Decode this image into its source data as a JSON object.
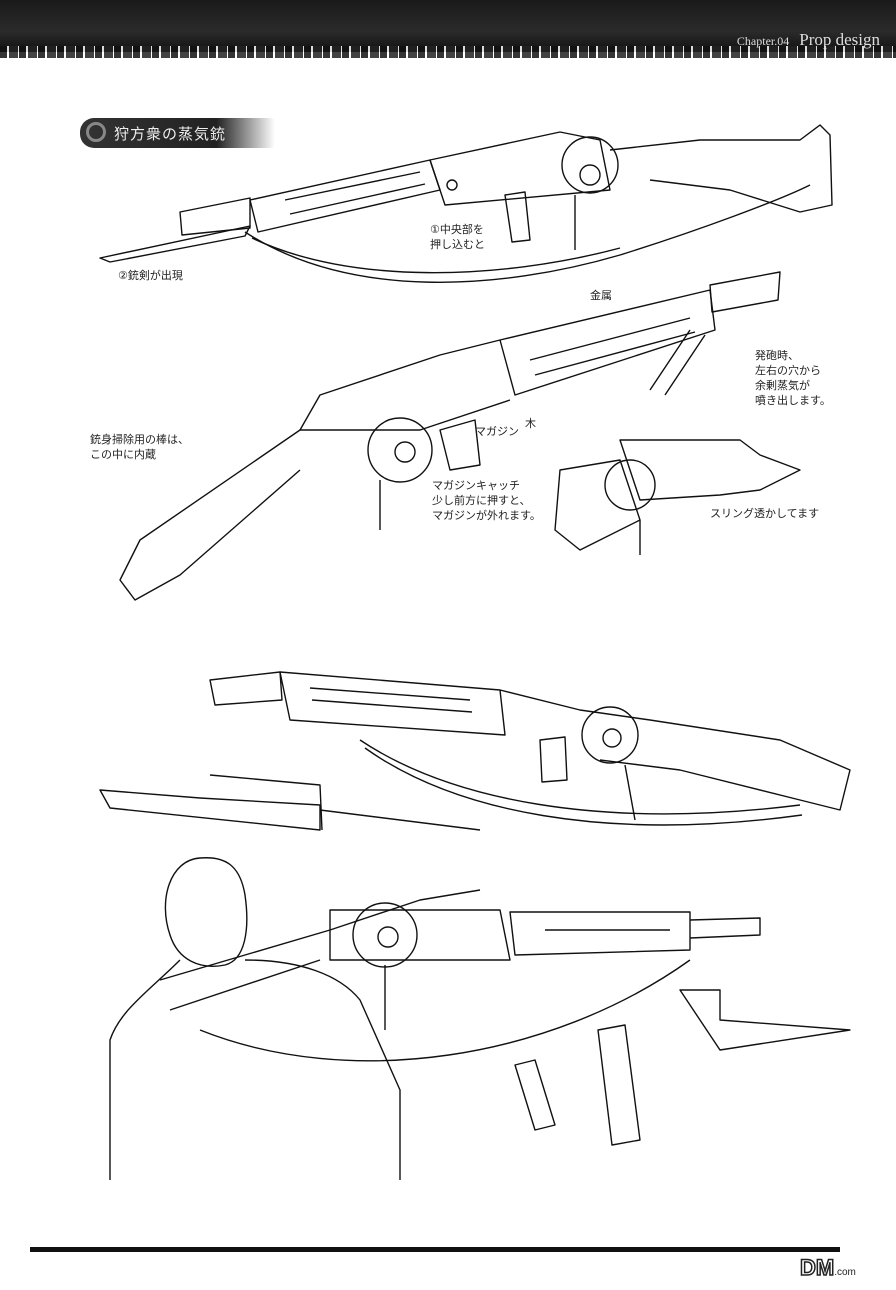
{
  "header": {
    "chapter": "Chapter.04",
    "section": "Prop design"
  },
  "title": "狩方衆の蒸気銃",
  "annotations": {
    "push_center": "①中央部を\n押し込むと",
    "bayonet_appears": "②銃剣が出現",
    "metal": "金属",
    "wood": "木",
    "steam": "発砲時、\n左右の穴から\n余剰蒸気が\n噴き出します。",
    "cleaning_rod": "銃身掃除用の棒は、\nこの中に内蔵",
    "magazine": "マガジン",
    "magazine_catch": "マガジンキャッチ\n少し前方に押すと、\nマガジンが外れます。",
    "sling": "スリング透かしてます"
  },
  "watermark": {
    "logo": "DM",
    "domain": ".com"
  }
}
